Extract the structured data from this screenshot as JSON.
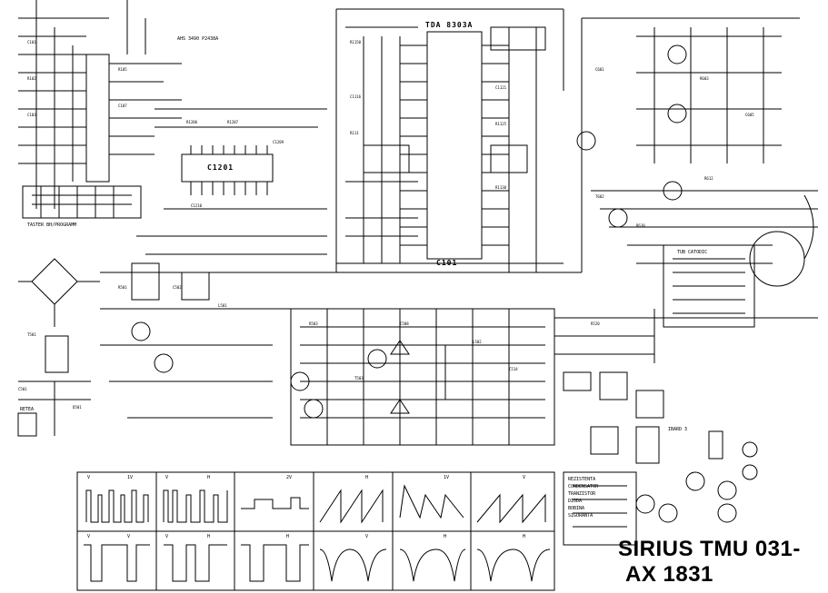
{
  "schematic": {
    "title_line1": "SIRIUS TMU 031-",
    "title_line2": "AX 1831",
    "ic_main": "TDA 8303A",
    "ic_main_ref": "C101",
    "ic_tuner_ctrl": "C1201",
    "ic_tuner_note": "AHS  3490  P2438A",
    "tuner_label": "TASTER BH/PROGRAMM",
    "crt_label": "TUB CATODIC",
    "board_label": "IBARD 3",
    "mains_label": "RETEA"
  },
  "waveforms": {
    "top_row": [
      "1V",
      "H",
      "2V",
      "H",
      "1V",
      "V",
      "V",
      "V"
    ],
    "bottom_row": [
      "V",
      "H",
      "H",
      "V",
      "H",
      "H",
      "V",
      "V"
    ]
  },
  "legend": {
    "items": [
      "REZISTENTA",
      "CONDENSATOR",
      "TRANZISTOR",
      "DIODA",
      "BOBINA",
      "SIGURANTA"
    ]
  }
}
